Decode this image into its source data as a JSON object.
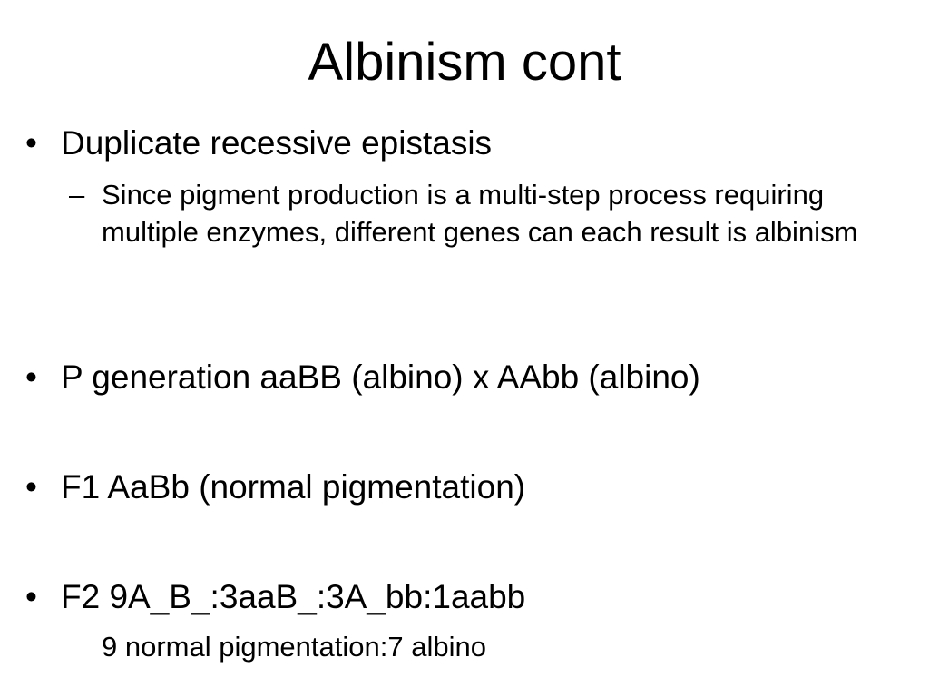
{
  "slide": {
    "title": "Albinism cont",
    "bullet_char": "•",
    "dash_char": "–",
    "bullets": [
      {
        "text": "Duplicate recessive epistasis",
        "sub": "Since pigment production is a multi-step process requiring multiple enzymes, different genes can each result is albinism"
      },
      {
        "text": "P generation aaBB (albino) x AAbb (albino)"
      },
      {
        "text": "F1 AaBb (normal pigmentation)"
      },
      {
        "text": "F2 9A_B_:3aaB_:3A_bb:1aabb",
        "note": "9 normal pigmentation:7 albino"
      }
    ]
  }
}
